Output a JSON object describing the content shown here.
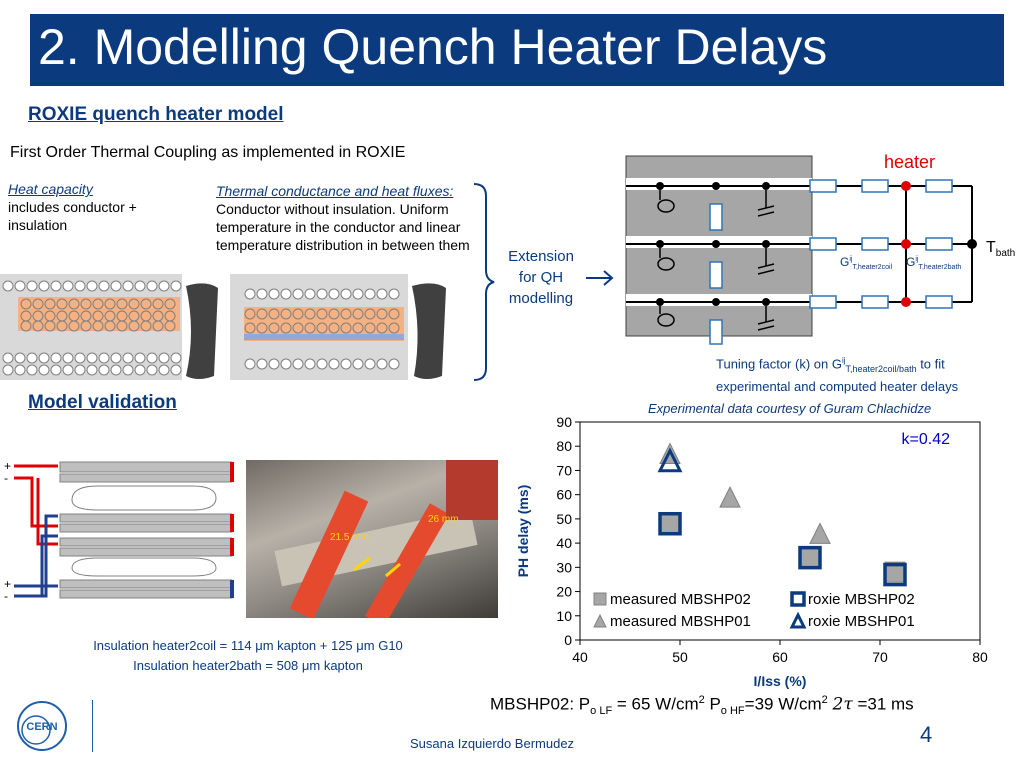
{
  "slide": {
    "title": "2. Modelling Quench Heater Delays",
    "section1": "ROXIE quench heater model",
    "subtitle": "First Order Thermal Coupling as implemented in ROXIE",
    "heat_capacity_title": "Heat capacity",
    "heat_capacity_text": "includes conductor + insulation",
    "thermal_title": "Thermal conductance and heat fluxes:",
    "thermal_text": "Conductor without insulation. Uniform temperature in the conductor and linear temperature distribution in between them",
    "extension_text": "Extension for QH modelling",
    "network": {
      "heater_label": "heater",
      "t_label": "T",
      "t_sub": "bath",
      "g1_label": "G",
      "g1_sup": "ij",
      "g1_sub": "T,heater2coil",
      "g2_label": "G",
      "g2_sup": "ij",
      "g2_sub": "T,heater2bath"
    },
    "tuning": {
      "prefix": "Tuning factor (k) on G",
      "sup": "ij",
      "sub": "T,heater2coil/bath",
      "suffix": " to fit",
      "line2": "experimental and computed heater delays"
    },
    "section2": "Model validation",
    "photo_label1": "26 mm",
    "photo_label2": "21.5 mm",
    "insulation1": "Insulation heater2coil  = 114 μm kapton + 125 μm G10",
    "insulation2": "Insulation heater2bath = 508 μm kapton",
    "courtesy": "Experimental data courtesy of Guram Chlachidze",
    "formula": {
      "p1": "MBSHP02: P",
      "s1": "o LF",
      "p2": " = 65 W/cm",
      "sup1": "2",
      "p3": " P",
      "s2": "o HF",
      "p4": "=39 W/cm",
      "sup2": "2",
      "tau": "2τ",
      "p5": " =31 ms"
    },
    "page_number": "4",
    "author": "Susana Izquierdo Bermudez",
    "logo_text": "CERN"
  },
  "chart_data": {
    "type": "scatter",
    "xlabel": "I/Iss (%)",
    "ylabel": "PH delay (ms)",
    "xlim": [
      40,
      80
    ],
    "ylim": [
      0,
      90
    ],
    "xticks": [
      40,
      50,
      60,
      70,
      80
    ],
    "yticks": [
      0,
      10,
      20,
      30,
      40,
      50,
      60,
      70,
      80,
      90
    ],
    "grid": false,
    "annotation": "k=0.42",
    "legend_position": "bottom-left",
    "series": [
      {
        "name": "measured MBSHP02",
        "marker": "square-filled",
        "color": "#a6a6a6",
        "x": [
          49,
          63,
          71.5
        ],
        "y": [
          48,
          34,
          28
        ]
      },
      {
        "name": "measured MBSHP01",
        "marker": "triangle-filled",
        "color": "#a6a6a6",
        "x": [
          49,
          55,
          64
        ],
        "y": [
          77,
          59,
          44
        ]
      },
      {
        "name": "roxie MBSHP02",
        "marker": "square-open",
        "color": "#0b3a7e",
        "x": [
          49,
          63,
          71.5
        ],
        "y": [
          48,
          34,
          27
        ]
      },
      {
        "name": "roxie MBSHP01",
        "marker": "triangle-open",
        "color": "#0b3a7e",
        "x": [
          49
        ],
        "y": [
          74
        ]
      }
    ]
  }
}
